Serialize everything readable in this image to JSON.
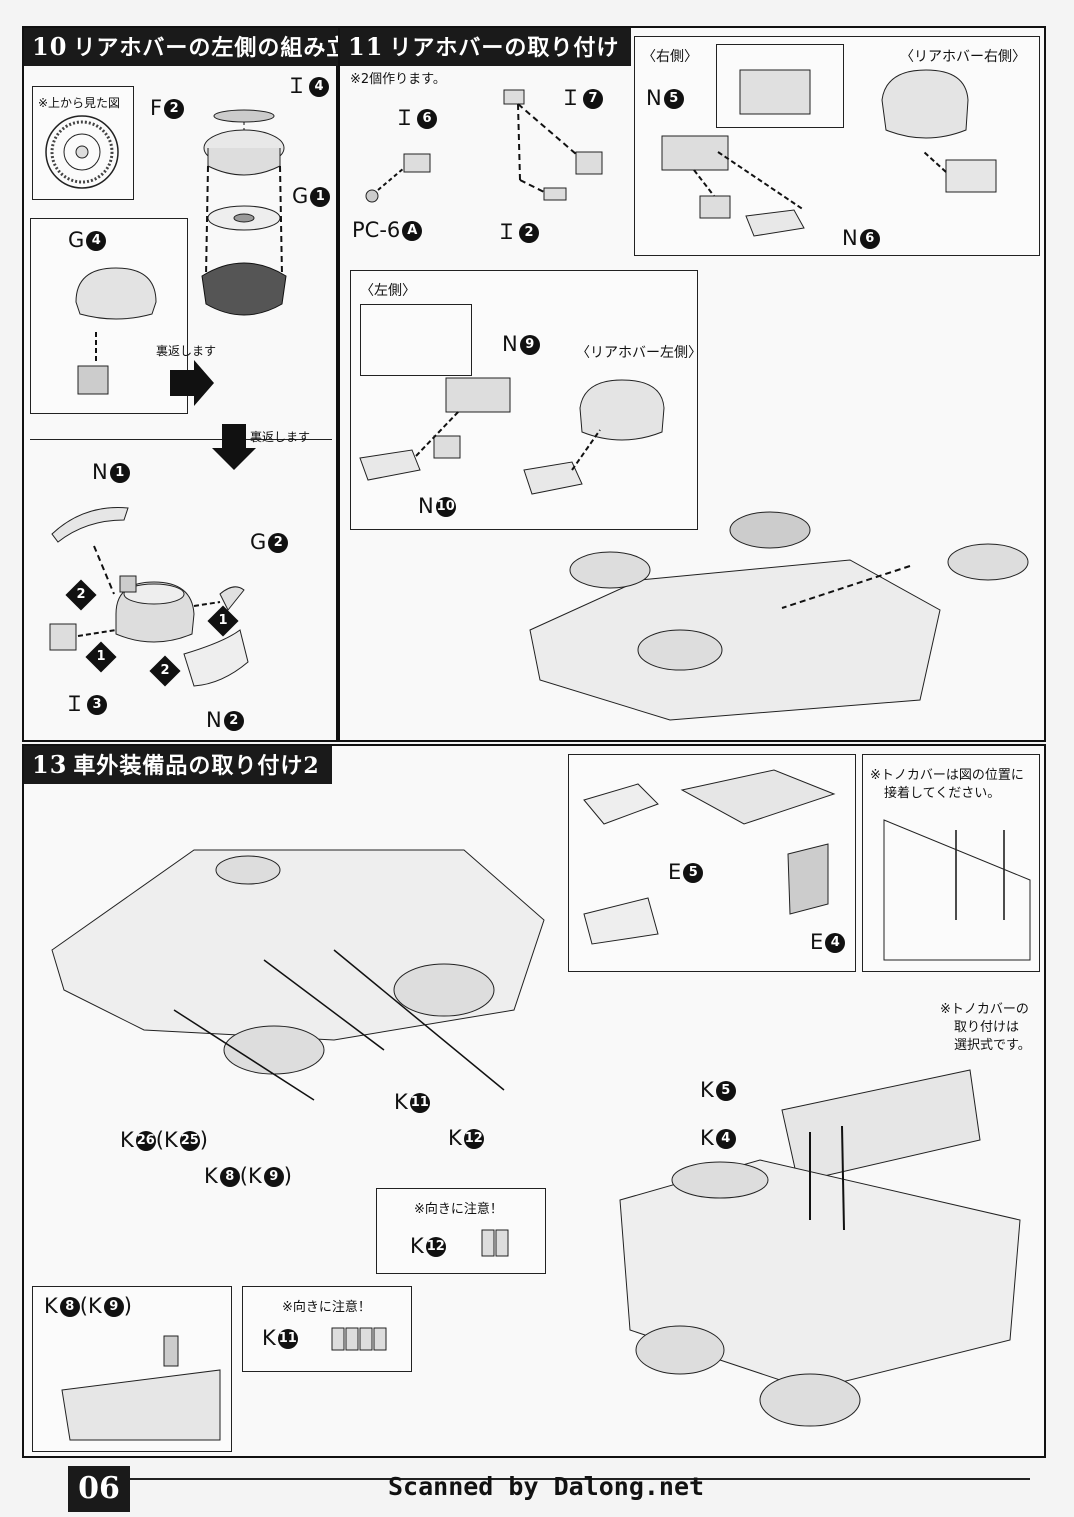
{
  "steps": {
    "s10": {
      "num": "10",
      "title": "リアホバーの左側の組み立て",
      "top_view_note": "※上から見た図",
      "flip_note_1": "裏返します",
      "flip_note_2": "裏返します",
      "parts": {
        "i4": "Ｉ",
        "i4n": "4",
        "f2": "F",
        "f2n": "2",
        "g1": "G",
        "g1n": "1",
        "g4": "G",
        "g4n": "4",
        "n1": "N",
        "n1n": "1",
        "g2": "G",
        "g2n": "2",
        "i3": "Ｉ",
        "i3n": "3",
        "n2": "N",
        "n2n": "2"
      },
      "order": {
        "a": "2",
        "b": "1",
        "c": "1",
        "d": "2"
      }
    },
    "s11": {
      "num": "11",
      "title": "リアホバーの取り付け",
      "make_two_note": "※2個作ります。",
      "right_tag": "〈右側〉",
      "right_rear_tag": "〈リアホバー右側〉",
      "left_tag": "〈左側〉",
      "left_rear_tag": "〈リアホバー左側〉",
      "parts": {
        "i6": "Ｉ",
        "i6n": "6",
        "i7": "Ｉ",
        "i7n": "7",
        "i2": "Ｉ",
        "i2n": "2",
        "pc6": "PC-6",
        "pc6n": "A",
        "n5": "N",
        "n5n": "5",
        "n6": "N",
        "n6n": "6",
        "n9": "N",
        "n9n": "9",
        "n10": "N",
        "n10n": "10"
      }
    },
    "s13": {
      "num": "13",
      "title": "車外装備品の取り付け2",
      "tonneau_note": "※トノカバーは図の位置に接着してください。",
      "tonneau_note_l1": "※トノカバーは図の位置に",
      "tonneau_note_l2": "接着してください。",
      "optional_l1": "※トノカバーの",
      "optional_l2": "取り付けは",
      "optional_l3": "選択式です。",
      "caution1": "※向きに注意！",
      "caution2": "※向きに注意！",
      "parts": {
        "k26": "K",
        "k26n": "26",
        "k25": "K",
        "k25n": "25",
        "k8": "K",
        "k8n": "8",
        "k9": "K",
        "k9n": "9",
        "k11": "K",
        "k11n": "11",
        "k12": "K",
        "k12n": "12",
        "e5": "E",
        "e5n": "5",
        "e4": "E",
        "e4n": "4",
        "k5": "K",
        "k5n": "5",
        "k4": "K",
        "k4n": "4"
      }
    }
  },
  "footer": {
    "page": "06",
    "scan_credit": "Scanned by Dalong.net"
  }
}
